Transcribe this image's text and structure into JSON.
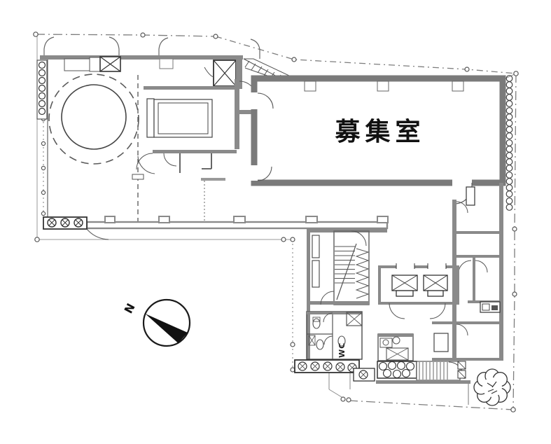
{
  "page": {
    "type": "architectural-floor-plan",
    "description": "1F floor plan with highlighted vacant room"
  },
  "labels": {
    "vacancy_room": "募集室",
    "toilet": "WC",
    "compass_north": "N"
  },
  "rooms": [
    {
      "name": "募集室",
      "highlighted": true
    }
  ],
  "colors": {
    "background": "#ffffff",
    "wall_gray": "#8a8a8a",
    "vacancy_border": "#7a7a7a",
    "thin_line": "#3f3f3f",
    "boundary_line": "#7d7d7d",
    "compass_fill": "#111111"
  }
}
